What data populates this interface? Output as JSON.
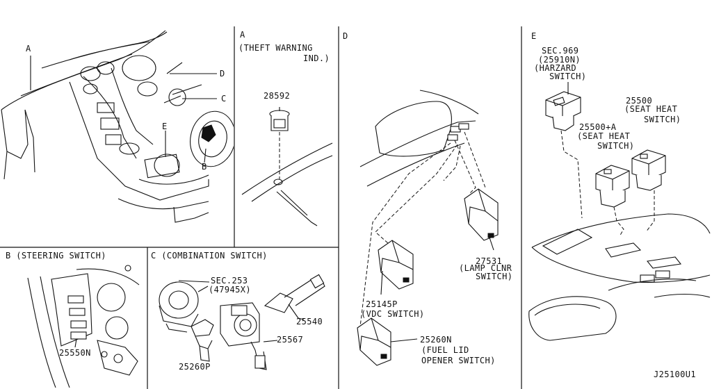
{
  "panels": {
    "a": {
      "letter": "A",
      "caption_line1": "(THEFT WARNING",
      "caption_line2": "IND.)"
    },
    "b": {
      "caption": "B (STEERING SWITCH)"
    },
    "c": {
      "caption": "C (COMBINATION SWITCH)"
    },
    "d": {
      "letter": "D"
    },
    "e": {
      "letter": "E"
    }
  },
  "overview": {
    "callout_a": "A",
    "callout_b": "B",
    "callout_c": "C",
    "callout_d": "D",
    "callout_e": "E"
  },
  "parts": {
    "p28592": "28592",
    "p25550n": "25550N",
    "sec253_line1": "SEC.253",
    "sec253_line2": "(47945X)",
    "p25540": "25540",
    "p25567": "25567",
    "p25260p": "25260P",
    "p27531": "27531",
    "p27531_desc1": "(LAMP CLNR",
    "p27531_desc2": "SWITCH)",
    "p25145p": "25145P",
    "p25145p_desc": "(VDC SWITCH)",
    "p25260n": "25260N",
    "p25260n_desc1": "(FUEL LID",
    "p25260n_desc2": "OPENER SWITCH)",
    "sec969_line1": "SEC.969",
    "sec969_line2": "(25910N)",
    "sec969_line3": "(HARZARD",
    "sec969_line4": "SWITCH)",
    "p25500": "25500",
    "p25500_desc1": "(SEAT HEAT",
    "p25500_desc2": "SWITCH)",
    "p25500a": "25500+A",
    "p25500a_desc1": "(SEAT HEAT",
    "p25500a_desc2": "SWITCH)"
  },
  "diagram_id": "J25100U1"
}
